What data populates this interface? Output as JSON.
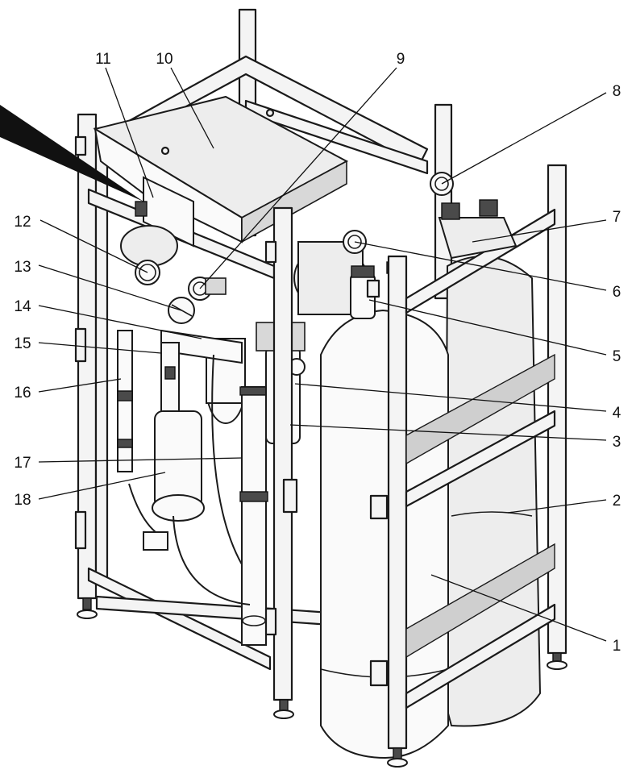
{
  "callouts": [
    {
      "id": "c1",
      "label": "1"
    },
    {
      "id": "c2",
      "label": "2"
    },
    {
      "id": "c3",
      "label": "3"
    },
    {
      "id": "c4",
      "label": "4"
    },
    {
      "id": "c5",
      "label": "5"
    },
    {
      "id": "c6",
      "label": "6"
    },
    {
      "id": "c7",
      "label": "7"
    },
    {
      "id": "c8",
      "label": "8"
    },
    {
      "id": "c9",
      "label": "9"
    },
    {
      "id": "c10",
      "label": "10"
    },
    {
      "id": "c11",
      "label": "11"
    },
    {
      "id": "c12",
      "label": "12"
    },
    {
      "id": "c13",
      "label": "13"
    },
    {
      "id": "c14",
      "label": "14"
    },
    {
      "id": "c15",
      "label": "15"
    },
    {
      "id": "c16",
      "label": "16"
    },
    {
      "id": "c17",
      "label": "17"
    },
    {
      "id": "c18",
      "label": "18"
    }
  ],
  "colors": {
    "line": "#1a1a1a",
    "fill": "#f4f4f4",
    "shade": "#d8d8d8",
    "background": "#ffffff"
  }
}
